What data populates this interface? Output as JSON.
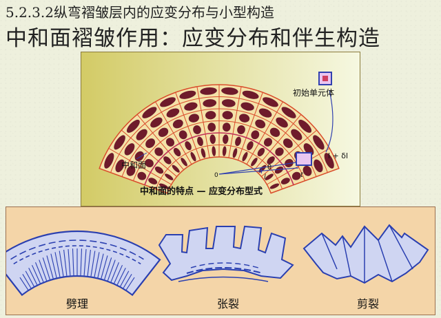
{
  "header": {
    "subtitle": "5.2.3.2纵弯褶皱层内的应变分布与小型构造",
    "title": "中和面褶皱作用：应变分布和伴生构造"
  },
  "diagram": {
    "caption": "中和面的特点 — 应变分布型式",
    "label_initial_cell": "初始单元体",
    "label_neutral_surface": "中和面",
    "label_origin": "0",
    "label_l": "l",
    "label_theta": "θ",
    "label_t": "t",
    "label_l_plus": "l + δl"
  },
  "bottom_panel": {
    "labels": [
      "劈理",
      "张裂",
      "剪裂"
    ]
  },
  "colors": {
    "fan_gradient_left": "#d8cf6e",
    "fan_gradient_right": "#f3f6d8",
    "fan_fill": "#f4e2a8",
    "ellipse_fill": "#6e1b2b",
    "grid_line": "#d94a2a",
    "outline_blue": "#2a3fb0",
    "shape_fill": "#cfd5f2",
    "bottom_bg": "#f4d5a8"
  }
}
